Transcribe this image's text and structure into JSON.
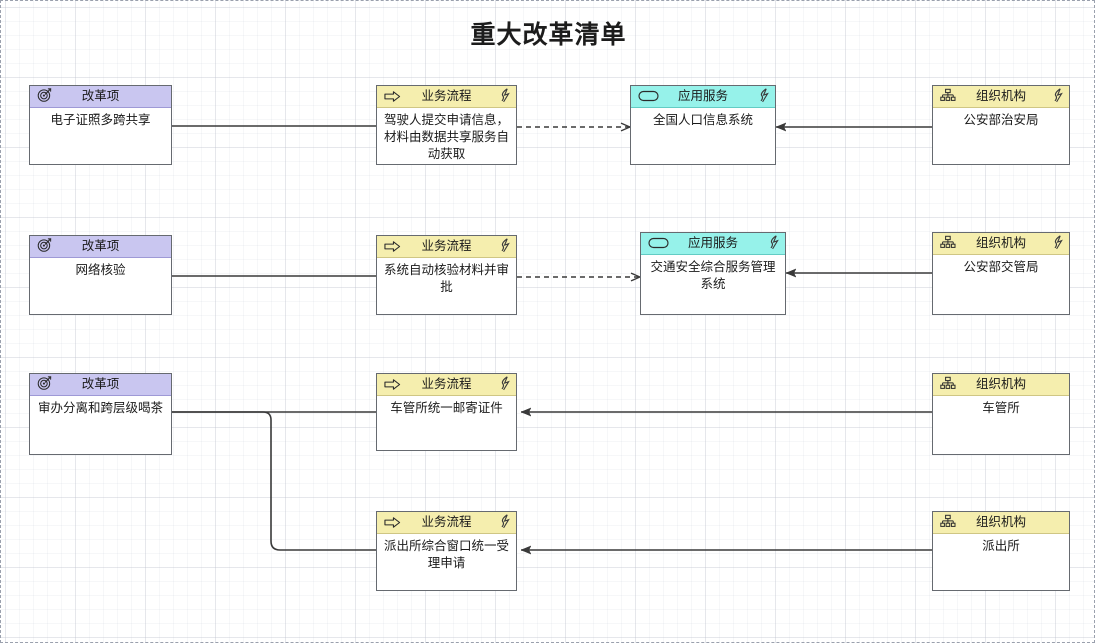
{
  "diagram": {
    "title": "重大改革清单",
    "type": "archimate-enterprise-architecture",
    "grid_visible": true,
    "colors": {
      "reform_header": "#c9c6f0",
      "process_header": "#f5eeae",
      "service_header": "#96f2ea",
      "org_header": "#f5eeae",
      "node_border": "#666a70",
      "connector": "#3a3a3a",
      "canvas_border": "#9aa0ad"
    }
  },
  "element_types": {
    "reform": {
      "label": "改革项",
      "icon": "target-icon"
    },
    "process": {
      "label": "业务流程",
      "icon": "arrow-right-icon"
    },
    "service": {
      "label": "应用服务",
      "icon": "rounded-rectangle-icon"
    },
    "org": {
      "label": "组织机构",
      "icon": "org-chart-icon"
    },
    "flash": {
      "icon": "lightning-bolt-icon"
    }
  },
  "nodes": [
    {
      "id": "reform-1",
      "type": "reform",
      "header": "改革项",
      "body": "电子证照多跨共享",
      "flash": false
    },
    {
      "id": "process-1",
      "type": "process",
      "header": "业务流程",
      "body": "驾驶人提交申请信息，材料由数据共享服务自动获取",
      "flash": true
    },
    {
      "id": "service-1",
      "type": "service",
      "header": "应用服务",
      "body": "全国人口信息系统",
      "flash": true
    },
    {
      "id": "org-1",
      "type": "org",
      "header": "组织机构",
      "body": "公安部治安局",
      "flash": true
    },
    {
      "id": "reform-2",
      "type": "reform",
      "header": "改革项",
      "body": "网络核验",
      "flash": false
    },
    {
      "id": "process-2",
      "type": "process",
      "header": "业务流程",
      "body": "系统自动核验材料并审批",
      "flash": true
    },
    {
      "id": "service-2",
      "type": "service",
      "header": "应用服务",
      "body": "交通安全综合服务管理系统",
      "flash": true
    },
    {
      "id": "org-2",
      "type": "org",
      "header": "组织机构",
      "body": "公安部交管局",
      "flash": true
    },
    {
      "id": "reform-3",
      "type": "reform",
      "header": "改革项",
      "body": "审办分离和跨层级喝茶",
      "flash": false
    },
    {
      "id": "process-3",
      "type": "process",
      "header": "业务流程",
      "body": "车管所统一邮寄证件",
      "flash": true
    },
    {
      "id": "org-3",
      "type": "org",
      "header": "组织机构",
      "body": "车管所",
      "flash": false
    },
    {
      "id": "process-4",
      "type": "process",
      "header": "业务流程",
      "body": "派出所综合窗口统一受理申请",
      "flash": true
    },
    {
      "id": "org-4",
      "type": "org",
      "header": "组织机构",
      "body": "派出所",
      "flash": false
    }
  ],
  "connections": [
    {
      "from": "reform-1",
      "to": "process-1",
      "style": "solid",
      "arrow": "none"
    },
    {
      "from": "process-1",
      "to": "service-1",
      "style": "dashed",
      "arrow": "open-right"
    },
    {
      "from": "org-1",
      "to": "service-1",
      "style": "solid",
      "arrow": "filled-left"
    },
    {
      "from": "reform-2",
      "to": "process-2",
      "style": "solid",
      "arrow": "none"
    },
    {
      "from": "process-2",
      "to": "service-2",
      "style": "dashed",
      "arrow": "open-right"
    },
    {
      "from": "org-2",
      "to": "service-2",
      "style": "solid",
      "arrow": "filled-left"
    },
    {
      "from": "reform-3",
      "to": "process-3",
      "style": "solid",
      "arrow": "none"
    },
    {
      "from": "org-3",
      "to": "process-3",
      "style": "solid",
      "arrow": "filled-left"
    },
    {
      "from": "reform-3",
      "to": "process-4",
      "style": "solid",
      "arrow": "none"
    },
    {
      "from": "org-4",
      "to": "process-4",
      "style": "solid",
      "arrow": "filled-left"
    }
  ]
}
